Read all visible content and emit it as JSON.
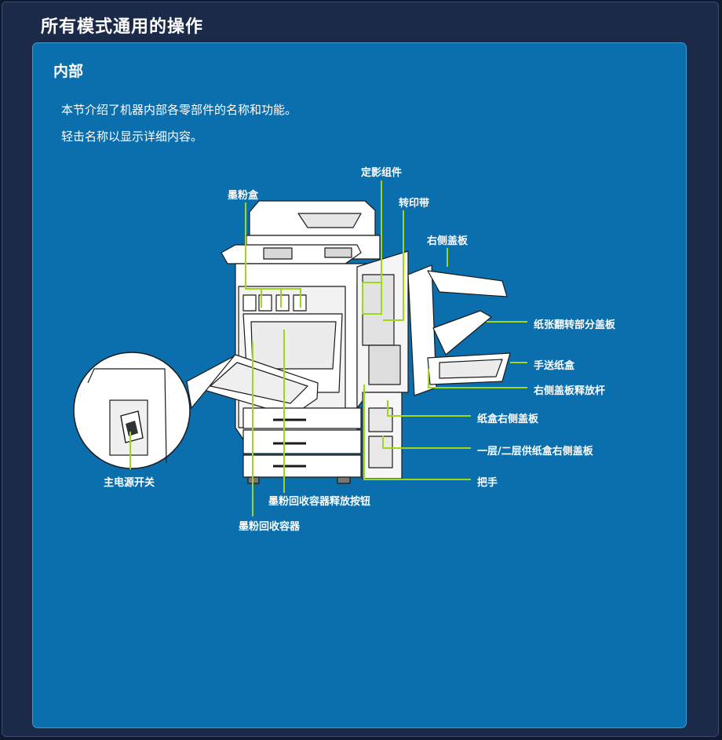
{
  "header": {
    "title": "所有模式通用的操作"
  },
  "section": {
    "title": "内部",
    "intro": [
      "本节介绍了机器内部各零部件的名称和功能。",
      "轻击名称以显示详细内容。"
    ]
  },
  "labels": {
    "fusing_unit": "定影组件",
    "toner_cartridge": "墨粉盒",
    "transfer_belt": "转印带",
    "right_side_cover": "右侧盖板",
    "paper_reversal_cover": "纸张翻转部分盖板",
    "bypass_tray": "手送纸盒",
    "right_cover_release_lever": "右侧盖板释放杆",
    "tray_right_cover": "纸盒右侧盖板",
    "tray12_right_cover": "一层/二层供纸盒右侧盖板",
    "handle": "把手",
    "main_power_switch": "主电源开关",
    "toner_collection_release_button": "墨粉回收容器释放按钮",
    "toner_collection_container": "墨粉回收容器"
  },
  "colors": {
    "frame": "#1c2a4a",
    "panel": "#0b6fad",
    "leader_line": "#9ed81a",
    "machine": "#ffffff"
  }
}
